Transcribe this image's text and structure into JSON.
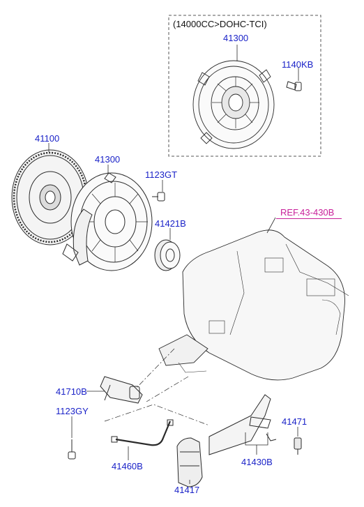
{
  "colors": {
    "part_number": "#1a22c8",
    "reference": "#c8209a",
    "line_art": "#2a2a2a",
    "box": "#555555"
  },
  "inset": {
    "condition": "(14000CC>DOHC-TCI)",
    "pressure_plate": "41300",
    "bolt": "1140KB"
  },
  "parts": {
    "clutch_disc": "41100",
    "pressure_plate": "41300",
    "bolt_1123gt": "1123GT",
    "release_bearing": "41421B",
    "transmission_ref": "REF.43-430B",
    "release_cylinder": "41710B",
    "bolt_1123gy": "1123GY",
    "tube": "41460B",
    "boot": "41417",
    "release_fork": "41430B",
    "fork_pivot": "41471"
  }
}
